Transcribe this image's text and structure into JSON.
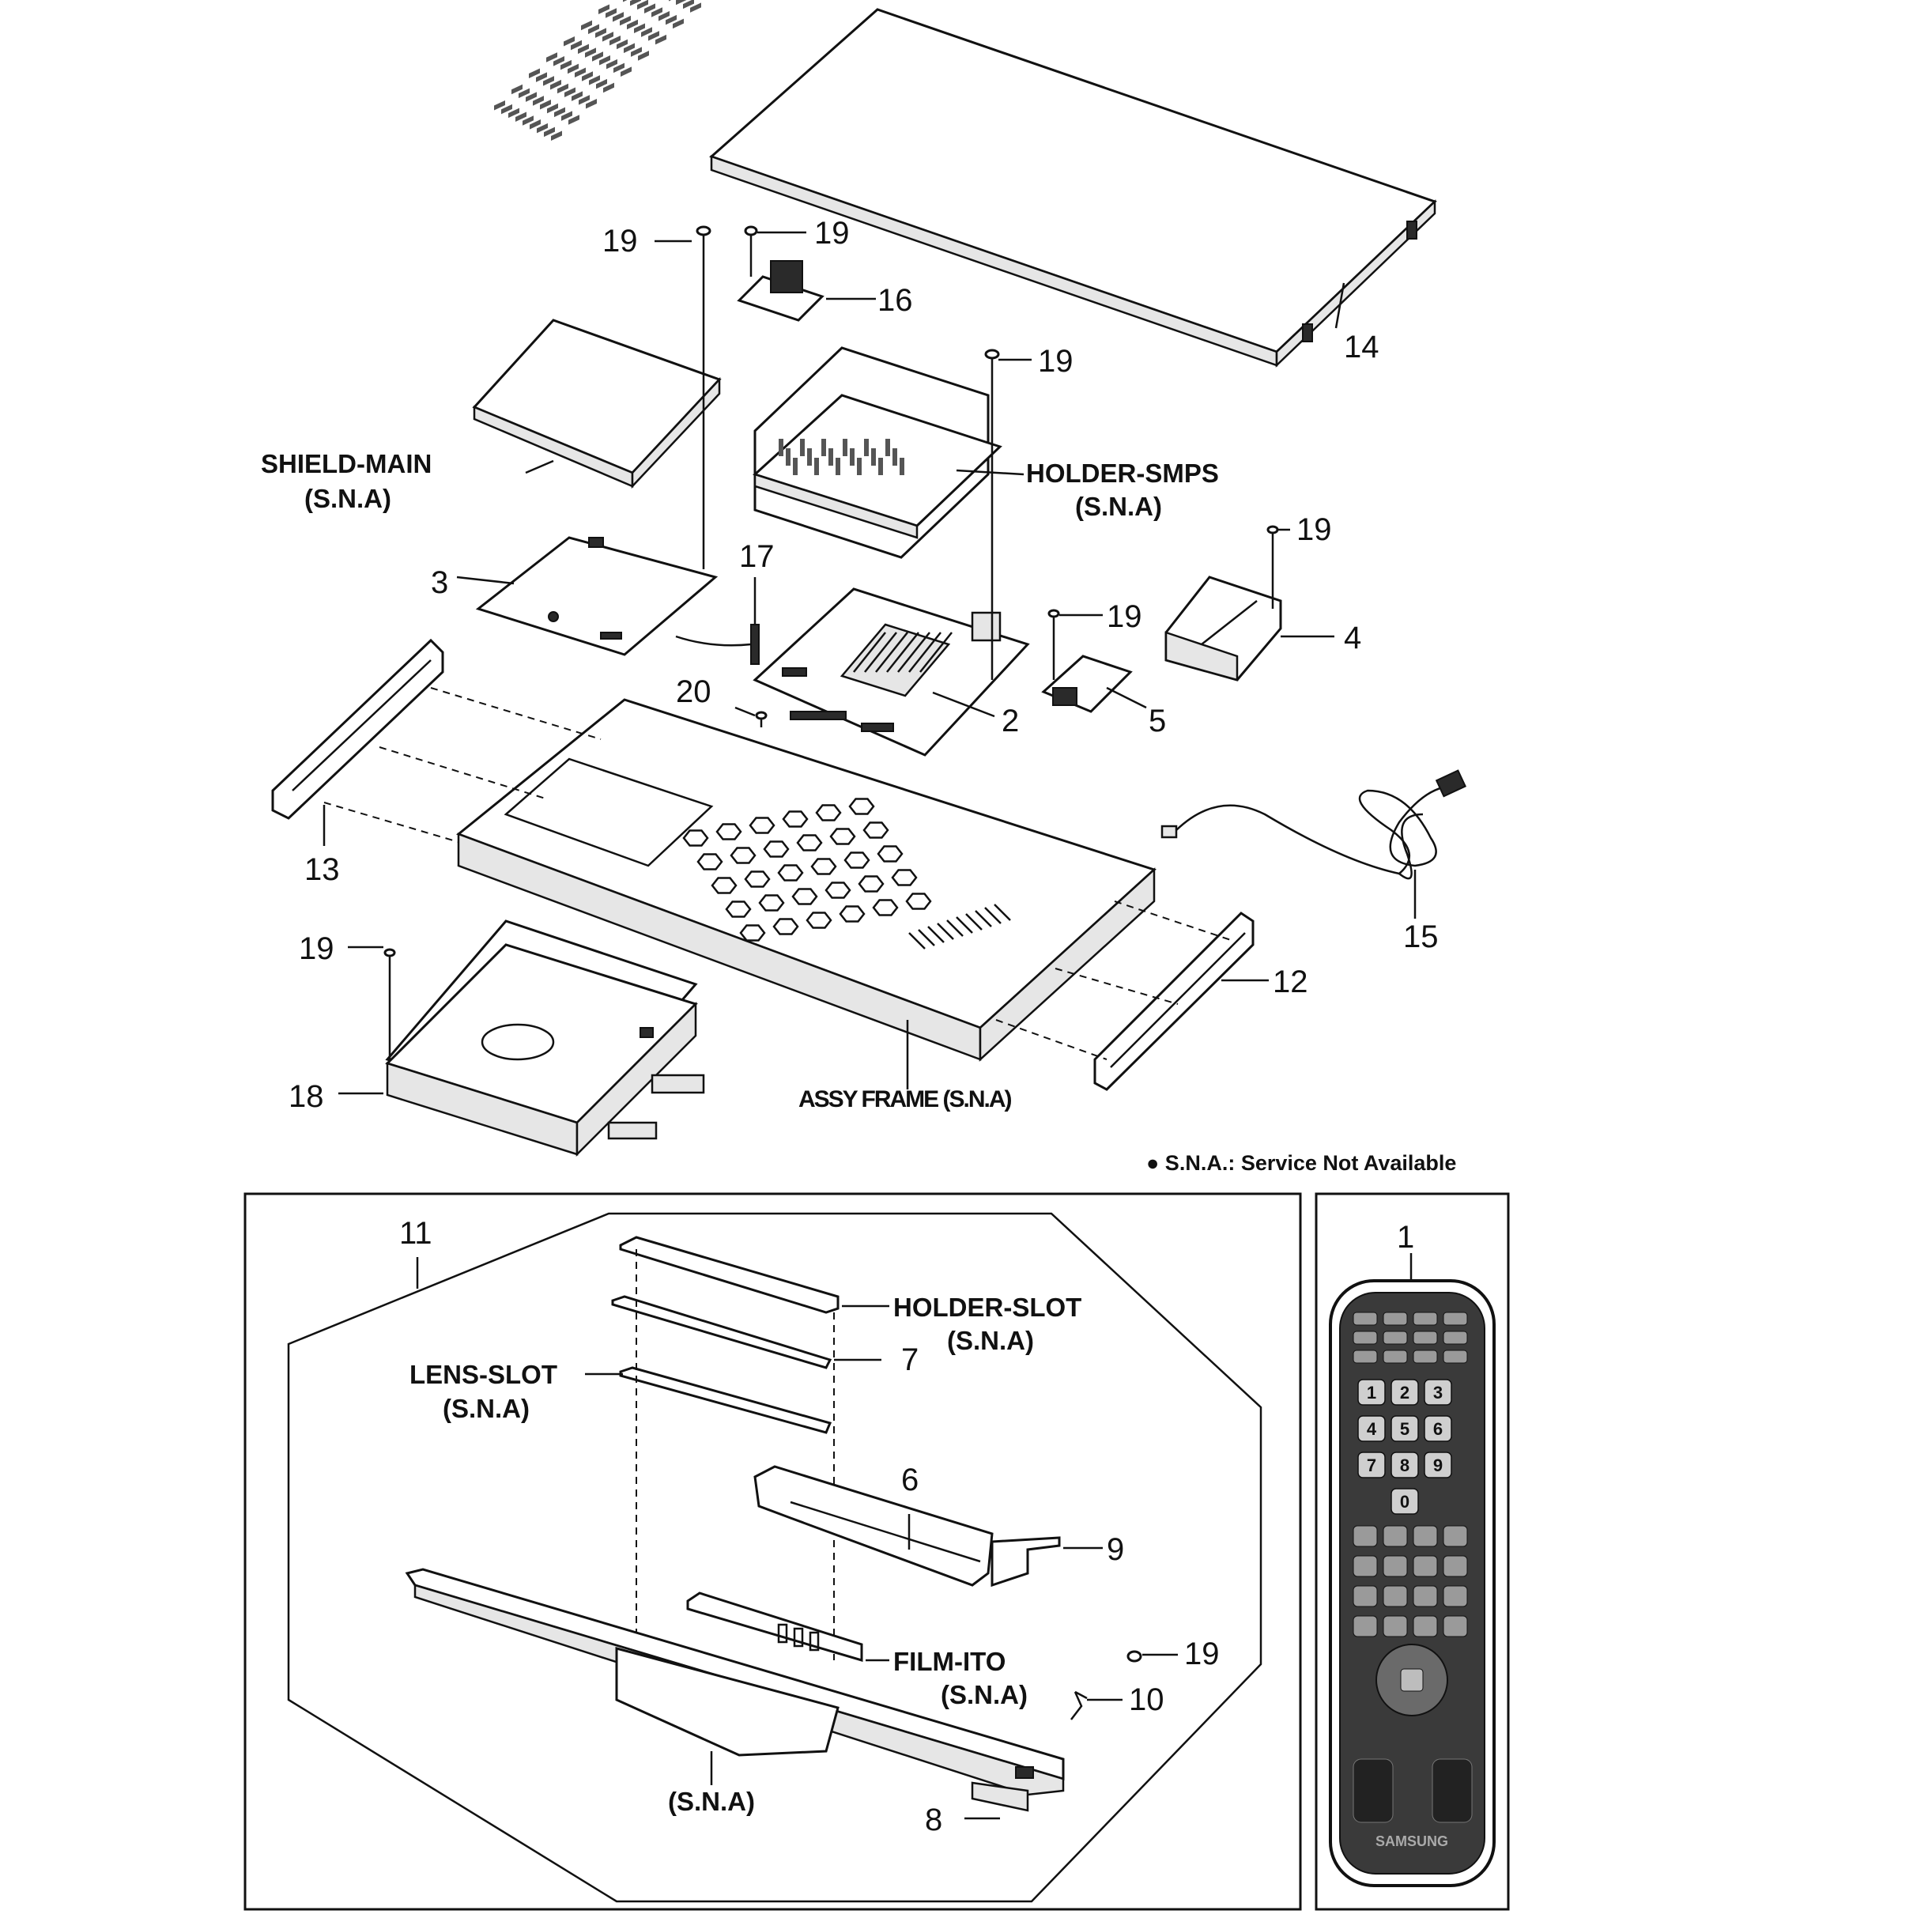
{
  "callouts": {
    "n1": "1",
    "n2": "2",
    "n3": "3",
    "n4": "4",
    "n5": "5",
    "n6": "6",
    "n7": "7",
    "n8": "8",
    "n9": "9",
    "n10": "10",
    "n11": "11",
    "n12": "12",
    "n13": "13",
    "n14": "14",
    "n15": "15",
    "n16": "16",
    "n17": "17",
    "n18": "18",
    "n20": "20",
    "n19": "19"
  },
  "named_parts": {
    "shield_main": "SHIELD-MAIN",
    "holder_smps": "HOLDER-SMPS",
    "assy_frame": "ASSY FRAME (S.N.A)",
    "holder_slot": "HOLDER-SLOT",
    "lens_slot": "LENS-SLOT",
    "film_ito": "FILM-ITO",
    "sna": "(S.N.A)"
  },
  "legend": {
    "note": "● S.N.A.: Service Not Available"
  },
  "remote": {
    "brand": "SAMSUNG",
    "keys": [
      "1",
      "2",
      "3",
      "4",
      "5",
      "6",
      "7",
      "8",
      "9",
      "0"
    ]
  }
}
